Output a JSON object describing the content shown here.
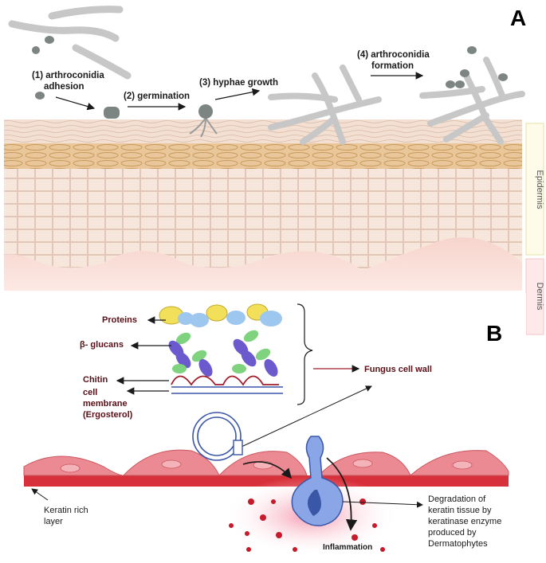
{
  "panel_a": {
    "letter": "A",
    "steps": {
      "step1_line1": "(1) arthroconidia",
      "step1_line2": "adhesion",
      "step2": "(2) germination",
      "step3": "(3) hyphae growth",
      "step4_line1": "(4) arthroconidia",
      "step4_line2": "formation"
    },
    "side_labels": {
      "epidermis": "Epidermis",
      "dermis": "Dermis"
    }
  },
  "panel_b": {
    "letter": "B",
    "wall_components": {
      "proteins": "Proteins",
      "glucans": "β- glucans",
      "chitin": "Chitin",
      "membrane_line1": "cell",
      "membrane_line2": "membrane",
      "membrane_line3": "(Ergosterol)"
    },
    "fungus_wall": "Fungus cell wall",
    "keratin_line1": "Keratin rich",
    "keratin_line2": "layer",
    "degradation": [
      "Degradation of",
      "keratin tissue by",
      "keratinase enzyme",
      "produced by",
      "Dermatophytes"
    ],
    "inflammation": "Inflammation"
  },
  "colors": {
    "skin_top": "#f1d9c8",
    "granular": "#e8c18e",
    "cells": "#f7e6dc",
    "dermis": "#f6d4cc",
    "fungus": "#c8c8c8",
    "conidia": "#7d8583",
    "protein": "#f2e05a",
    "protein_blue": "#9ec7ef",
    "glucan_purple": "#6a5acd",
    "glucan_green": "#7fd37f",
    "chitin": "#a11d2a",
    "membrane": "#3a56a6",
    "keratin_cell": "#eb8a92",
    "keratin_layer": "#d8303a",
    "inflammation": "#c71a2a"
  }
}
